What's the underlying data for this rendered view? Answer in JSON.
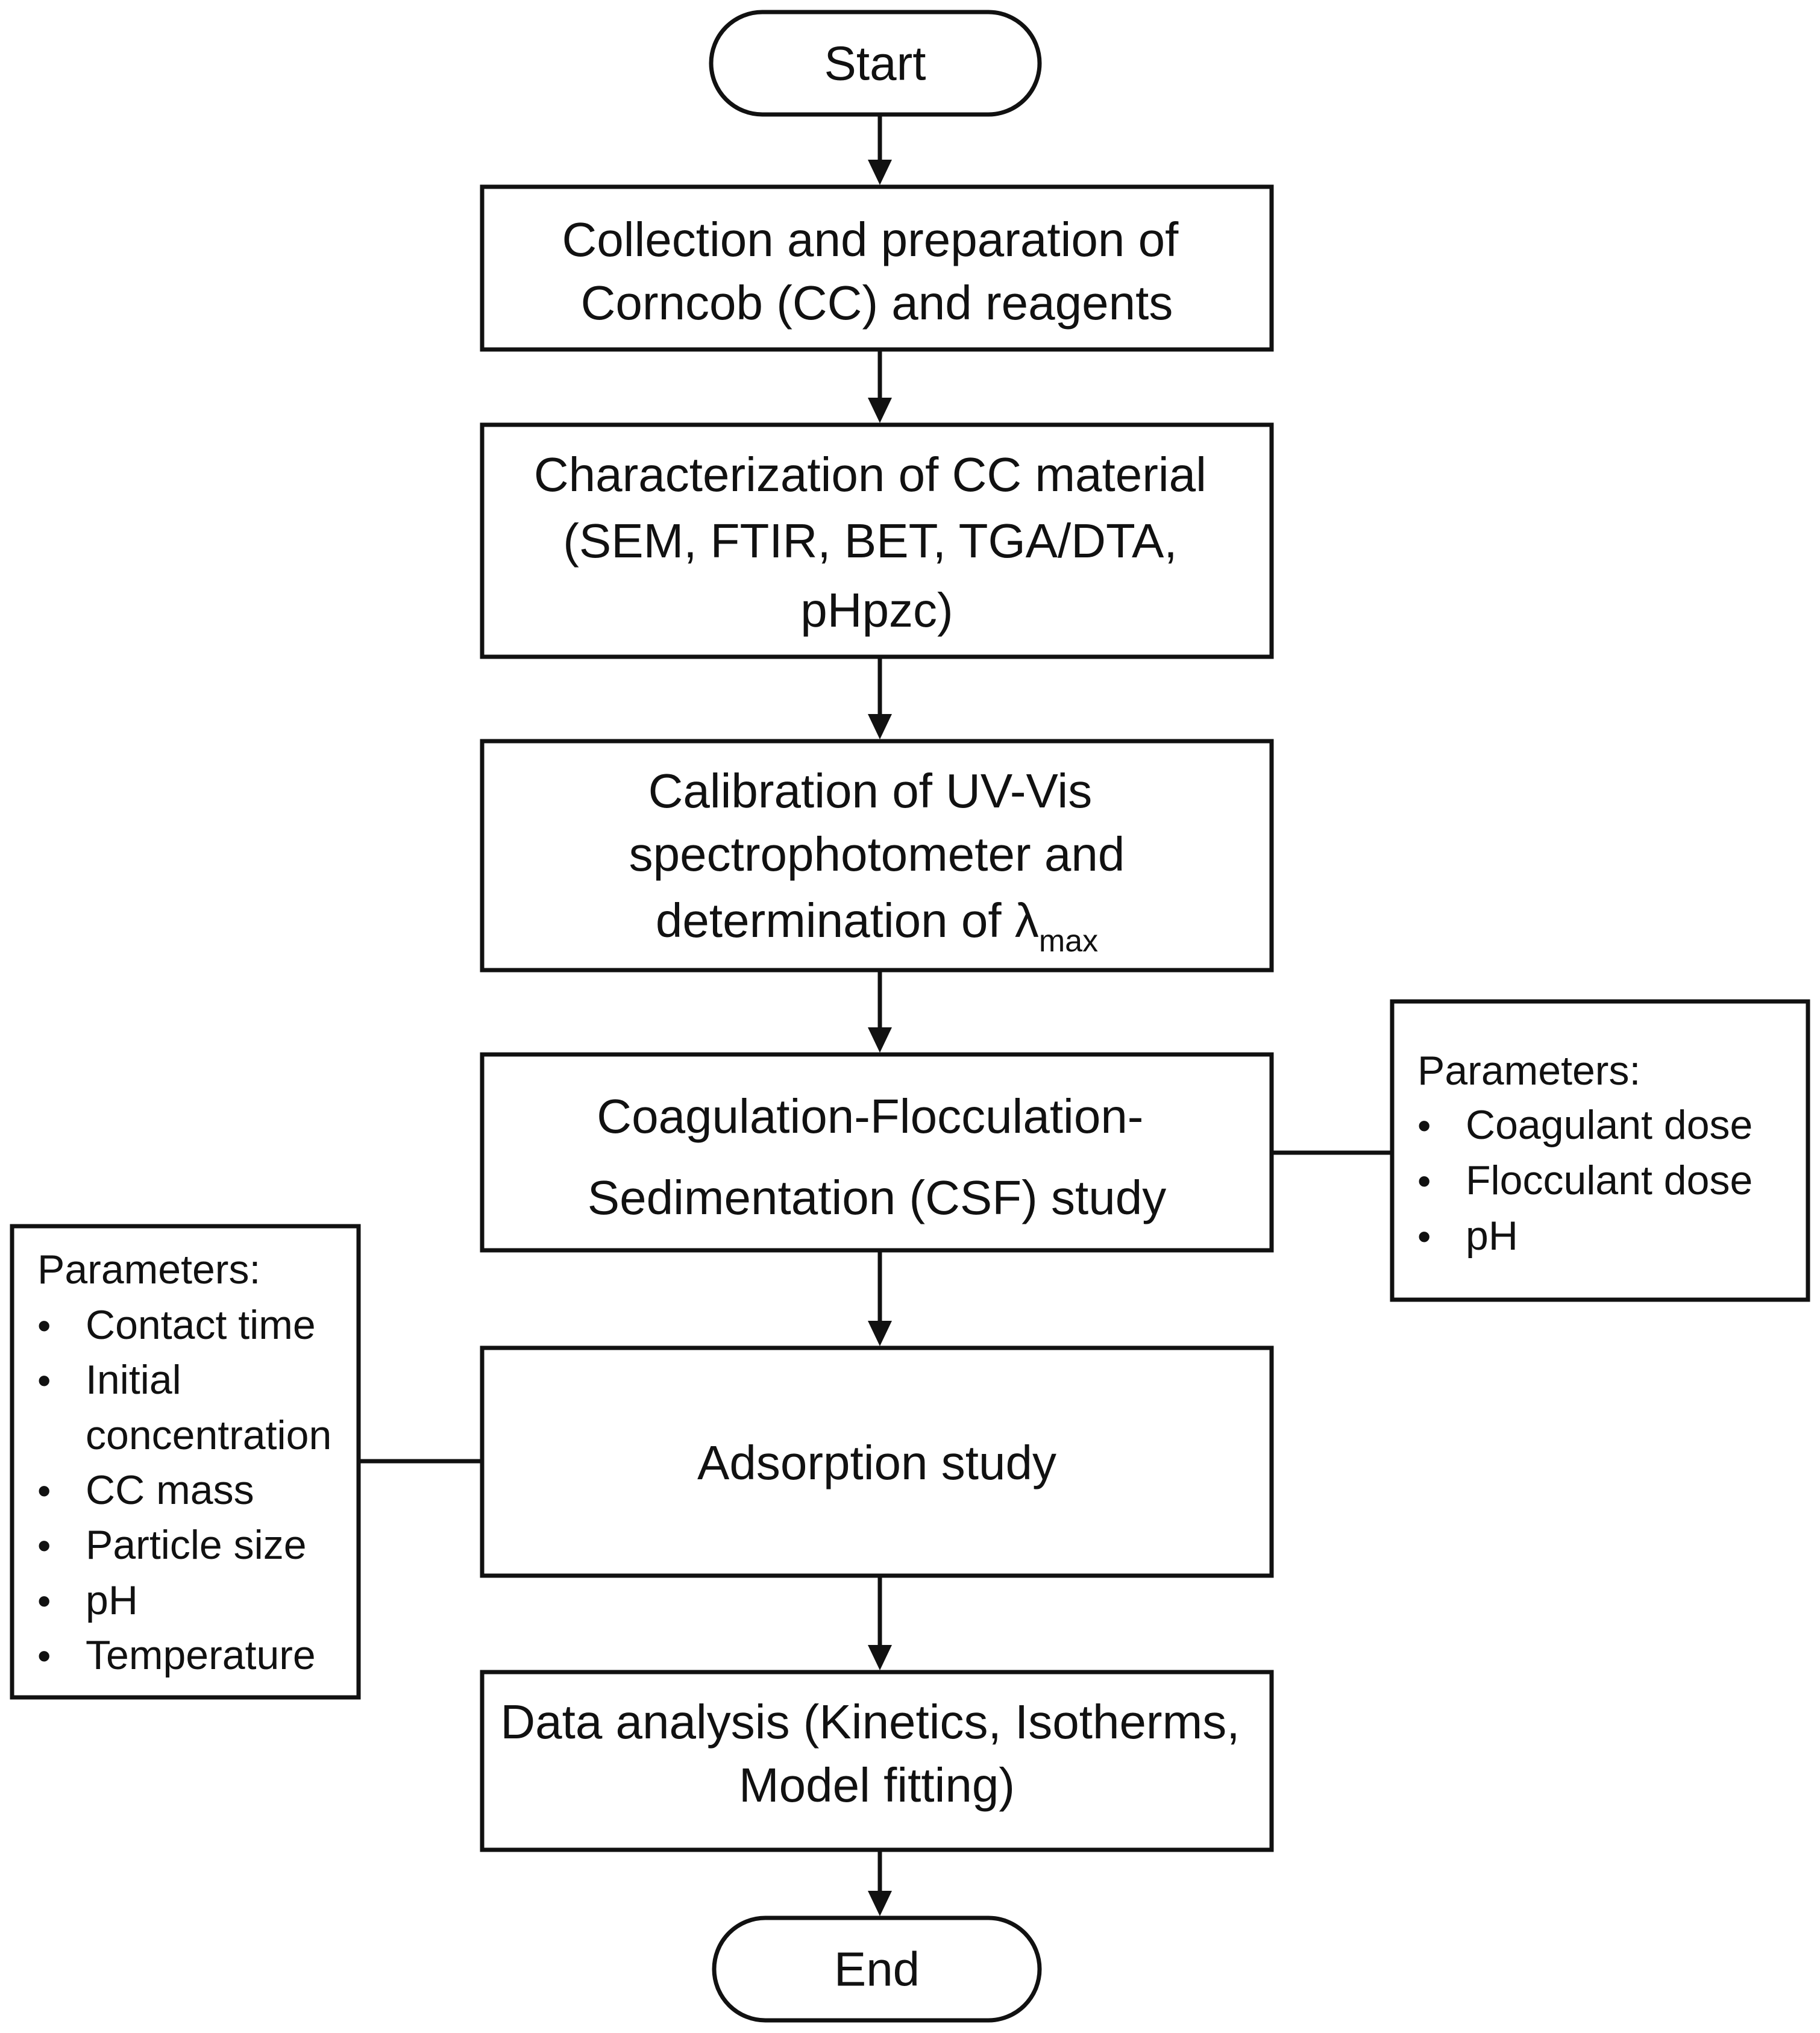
{
  "flow": {
    "start": "Start",
    "end": "End",
    "step1": {
      "line1": "Collection and preparation of",
      "line2": "Corncob (CC) and reagents"
    },
    "step2": {
      "line1": "Characterization of CC material",
      "line2": "(SEM, FTIR, BET, TGA/DTA,",
      "line3": "pHpzc)"
    },
    "step3": {
      "line1": "Calibration of UV-Vis",
      "line2": "spectrophotometer and",
      "line3_main": "determination of λ",
      "line3_sub": "max"
    },
    "step4": {
      "line1": "Coagulation-Flocculation-",
      "line2": "Sedimentation (CSF) study"
    },
    "step5": {
      "line1": "Adsorption study"
    },
    "step6": {
      "line1": "Data analysis (Kinetics, Isotherms,",
      "line2": "Model fitting)"
    }
  },
  "csf_parameters": {
    "title": "Parameters:",
    "bullet": "•",
    "items": [
      "Coagulant dose",
      "Flocculant dose",
      "pH"
    ]
  },
  "adsorption_parameters": {
    "title": "Parameters:",
    "bullet": "•",
    "items": [
      {
        "line1": "Contact time"
      },
      {
        "line1": "Initial",
        "line2": "concentration"
      },
      {
        "line1": "CC mass"
      },
      {
        "line1": "Particle size"
      },
      {
        "line1": "pH"
      },
      {
        "line1": "Temperature"
      }
    ]
  }
}
